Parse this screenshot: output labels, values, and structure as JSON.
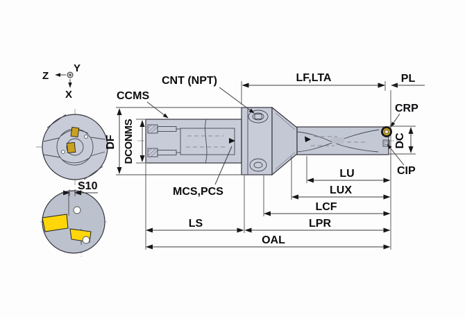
{
  "colors": {
    "body": "#c8ccd9",
    "body_dark": "#bcc1ce",
    "body_mid": "#c3c8d5",
    "insert_yellow": "#ffd60a",
    "insert_gold": "#c9a11f",
    "outline": "#33333b",
    "dimension": "#3b3b3b",
    "background": "#fdfdfe"
  },
  "axis_indicator": {
    "z": "Z",
    "y": "Y",
    "x": "X"
  },
  "labels": {
    "cnt": "CNT (NPT)",
    "ccms": "CCMS",
    "lf_lta": "LF,LTA",
    "pl": "PL",
    "crp": "CRP",
    "dc": "DC",
    "cip": "CIP",
    "df": "DF",
    "dconms": "DCONMS",
    "mcs_pcs": "MCS,PCS",
    "s10": "S10",
    "lu": "LU",
    "lux": "LUX",
    "lcf": "LCF",
    "lpr": "LPR",
    "ls": "LS",
    "oal": "OAL"
  }
}
